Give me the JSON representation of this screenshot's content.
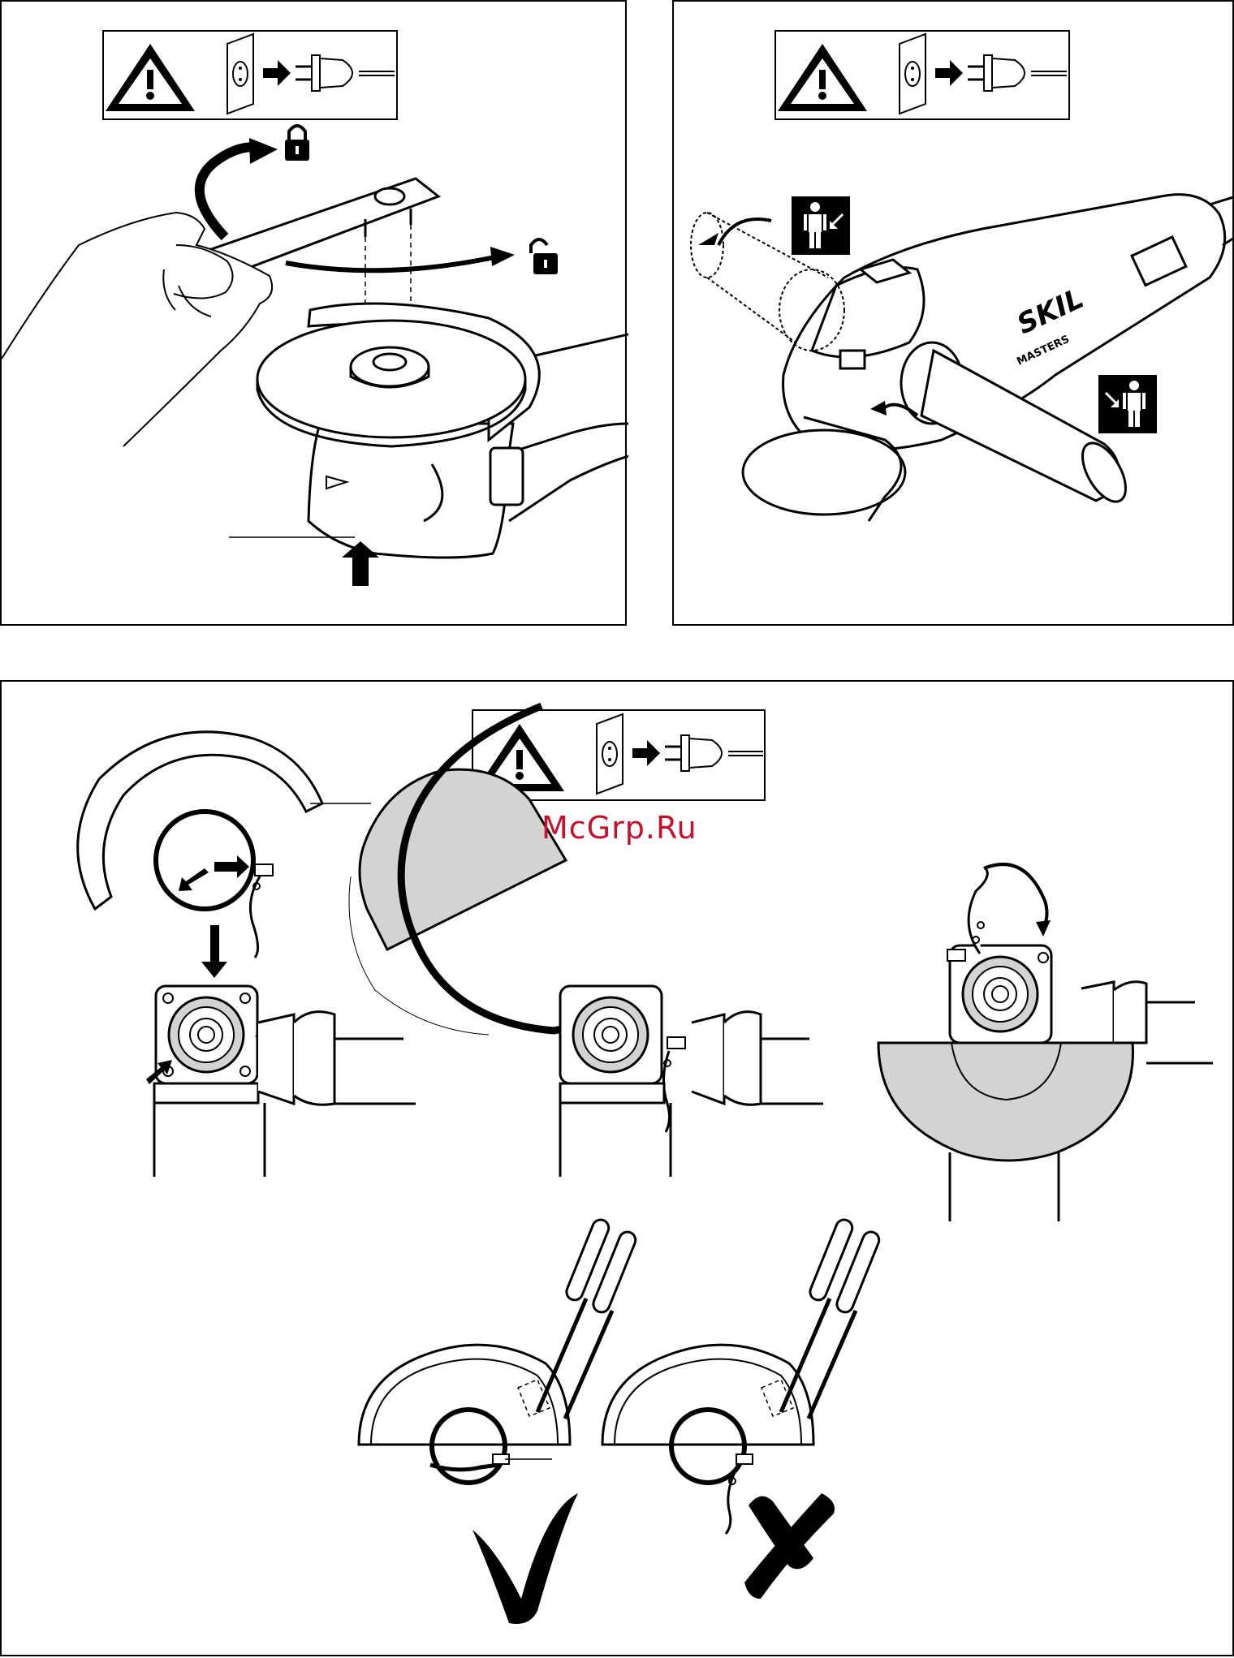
{
  "brand": {
    "logo_text": "SKIL",
    "sub_text": "MASTERS"
  },
  "watermark": {
    "text": "McGrp.Ru"
  },
  "colors": {
    "line": "#000000",
    "guard_fill": "#d3d3d3",
    "watermark": "#c8102e"
  },
  "icons": [
    "warning-triangle-icon",
    "socket-icon",
    "plug-icon",
    "padlock-closed-icon",
    "padlock-open-icon",
    "operator-left-hand-icon",
    "operator-right-hand-icon",
    "checkmark-icon",
    "cross-icon"
  ],
  "panels": [
    {
      "id": "flange-spanner",
      "warning": true
    },
    {
      "id": "side-handle",
      "warning": true
    },
    {
      "id": "guard-mounting",
      "warning": true,
      "verdicts": [
        "correct",
        "incorrect"
      ]
    }
  ]
}
